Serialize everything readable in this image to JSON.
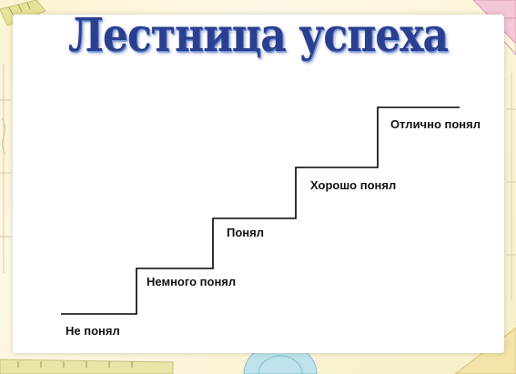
{
  "title": "Лестница успеха",
  "steps": [
    {
      "label": "Не понял"
    },
    {
      "label": "Немного понял"
    },
    {
      "label": "Понял"
    },
    {
      "label": "Хорошо понял"
    },
    {
      "label": "Отлично понял"
    }
  ],
  "colors": {
    "title": "#2a3f8f",
    "line": "#000000",
    "background": "#fbf3d0"
  }
}
